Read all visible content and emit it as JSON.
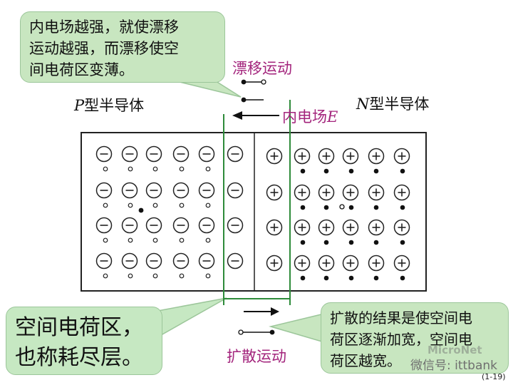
{
  "labels": {
    "callout_top": [
      "内电场越强，就使漂移",
      "运动越强，而漂移使空",
      "间电荷区变薄。"
    ],
    "callout_left": [
      "空间电荷区，",
      "也称耗尽层。"
    ],
    "callout_right": [
      "扩散的结果是使空间电",
      "荷区逐渐加宽，空间电",
      "荷区越宽。"
    ],
    "drift": "漂移运动",
    "field_main": "内电场",
    "field_symbol": "E",
    "p_letter": "P",
    "p_text": "型半导体",
    "n_letter": "N",
    "n_text": "型半导体",
    "diffusion": "扩散运动",
    "page_number": "(1-19)",
    "watermark_wechat": "微信号: ittbank",
    "watermark_brand": "MicroNet"
  },
  "colors": {
    "magenta": "#a3247c",
    "green_line": "#2e8b3a",
    "callout_fill": "#c8e6c0",
    "box_stroke": "#222222"
  },
  "icons": {
    "wechat": "wechat-logo-icon",
    "brand": "micronet-logo-icon"
  }
}
